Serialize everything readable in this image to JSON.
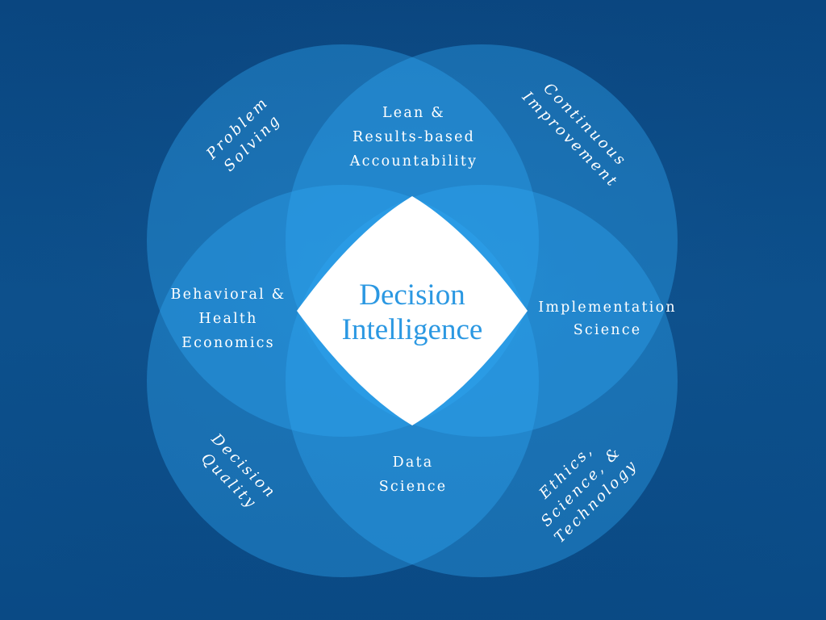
{
  "colors": {
    "background": "#0b4a86",
    "circle_fill": "#2fa7f4",
    "center_fill": "#ffffff",
    "center_text": "#2b98e2",
    "label_text": "#ffffff"
  },
  "center": {
    "line1": "Decision",
    "line2": "Intelligence"
  },
  "overlaps": {
    "top": [
      "Lean &",
      "Results-based",
      "Accountability"
    ],
    "left": [
      "Behavioral &",
      "Health",
      "Economics"
    ],
    "right": [
      "Implementation",
      "Science"
    ],
    "bottom": [
      "Data",
      "Science"
    ]
  },
  "outer": {
    "top_left": [
      "Problem",
      "Solving"
    ],
    "top_right": [
      "Continuous",
      "Improvement"
    ],
    "bottom_left": [
      "Decision",
      "Quality"
    ],
    "bottom_right": [
      "Ethics,",
      "Science, &",
      "Technology"
    ]
  }
}
